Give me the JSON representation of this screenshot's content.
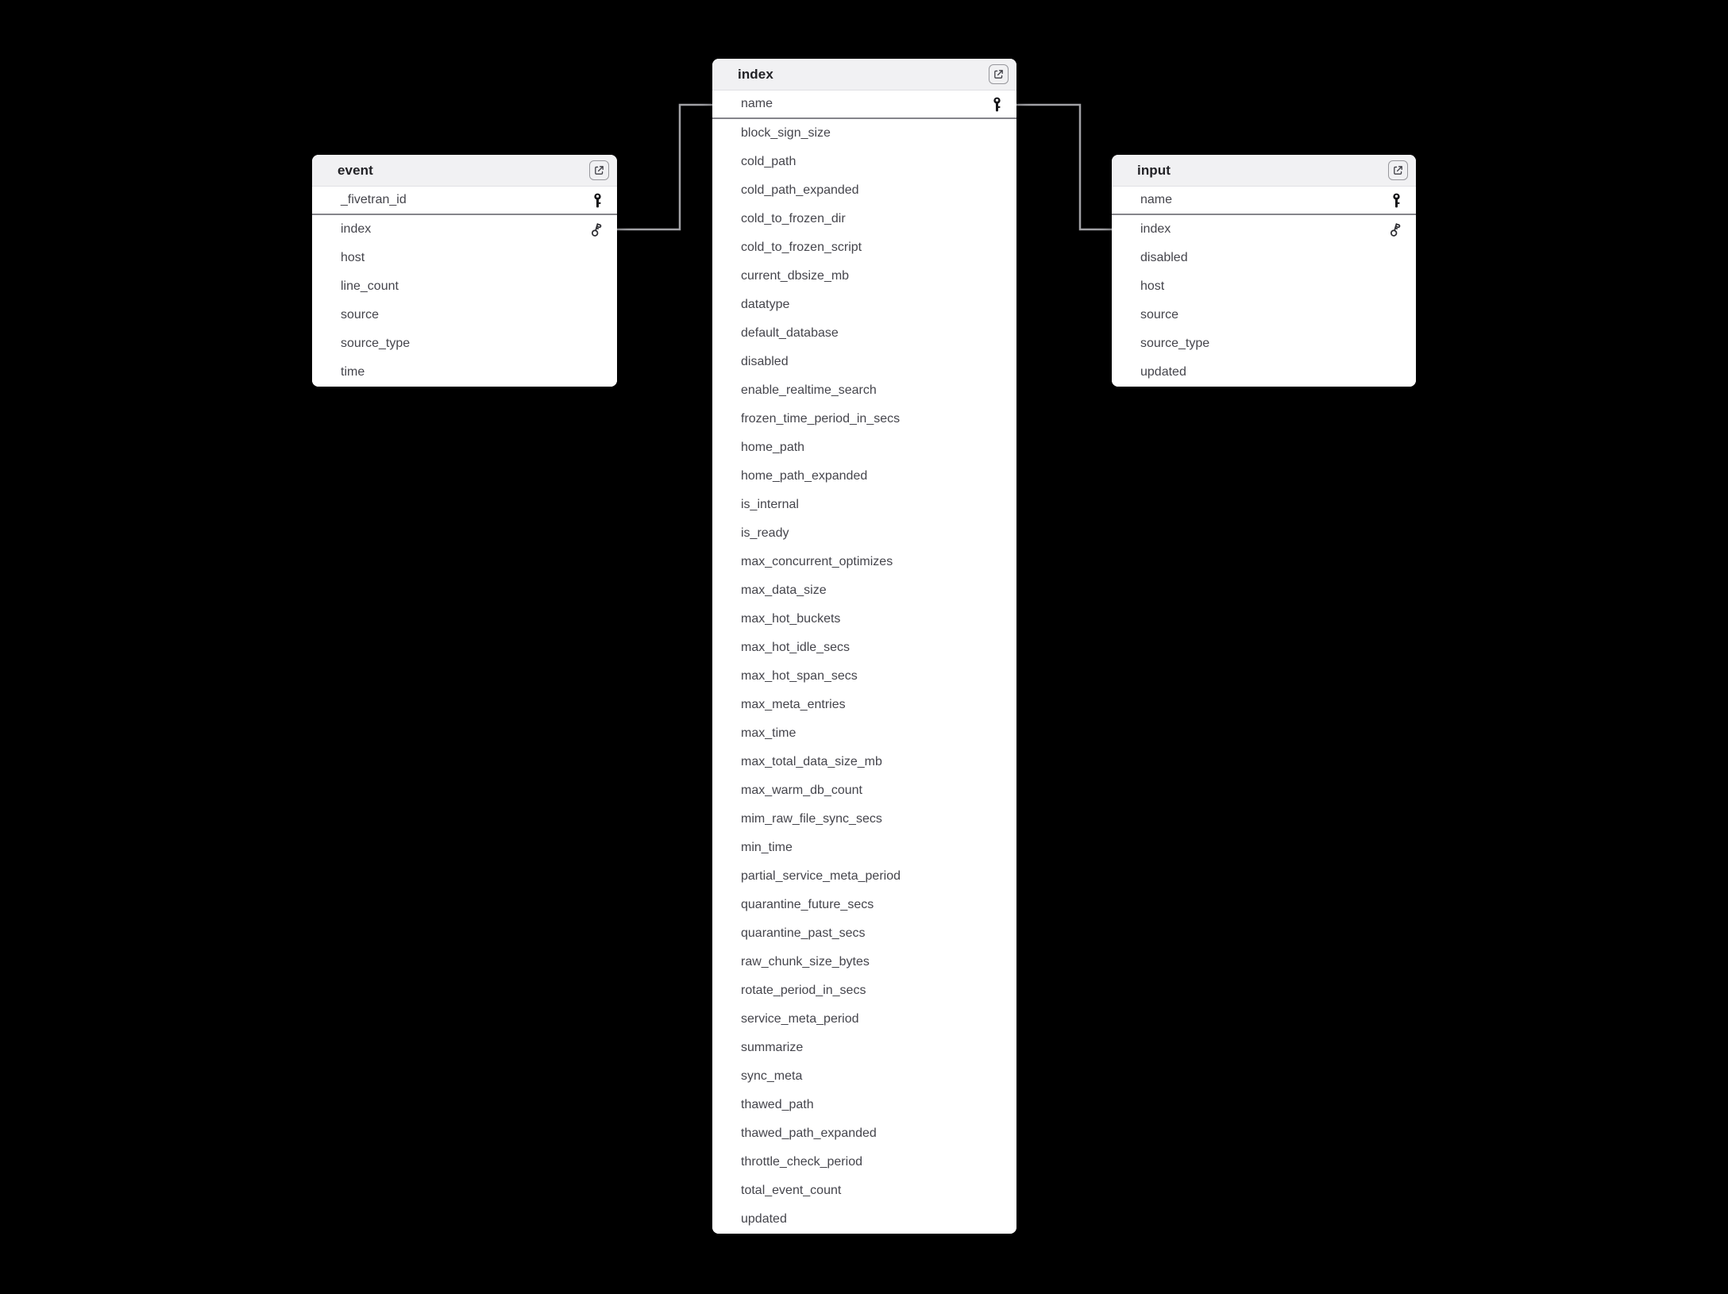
{
  "diagram": {
    "tables": [
      {
        "id": "event",
        "title": "event",
        "header_action_icon": "external-link-icon",
        "columns": [
          {
            "name": "_fivetran_id",
            "key": "primary"
          },
          {
            "name": "index",
            "key": "foreign"
          },
          {
            "name": "host",
            "key": null
          },
          {
            "name": "line_count",
            "key": null
          },
          {
            "name": "source",
            "key": null
          },
          {
            "name": "source_type",
            "key": null
          },
          {
            "name": "time",
            "key": null
          }
        ]
      },
      {
        "id": "index",
        "title": "index",
        "header_action_icon": "external-link-icon",
        "columns": [
          {
            "name": "name",
            "key": "primary"
          },
          {
            "name": "block_sign_size",
            "key": null
          },
          {
            "name": "cold_path",
            "key": null
          },
          {
            "name": "cold_path_expanded",
            "key": null
          },
          {
            "name": "cold_to_frozen_dir",
            "key": null
          },
          {
            "name": "cold_to_frozen_script",
            "key": null
          },
          {
            "name": "current_dbsize_mb",
            "key": null
          },
          {
            "name": "datatype",
            "key": null
          },
          {
            "name": "default_database",
            "key": null
          },
          {
            "name": "disabled",
            "key": null
          },
          {
            "name": "enable_realtime_search",
            "key": null
          },
          {
            "name": "frozen_time_period_in_secs",
            "key": null
          },
          {
            "name": "home_path",
            "key": null
          },
          {
            "name": "home_path_expanded",
            "key": null
          },
          {
            "name": "is_internal",
            "key": null
          },
          {
            "name": "is_ready",
            "key": null
          },
          {
            "name": "max_concurrent_optimizes",
            "key": null
          },
          {
            "name": "max_data_size",
            "key": null
          },
          {
            "name": "max_hot_buckets",
            "key": null
          },
          {
            "name": "max_hot_idle_secs",
            "key": null
          },
          {
            "name": "max_hot_span_secs",
            "key": null
          },
          {
            "name": "max_meta_entries",
            "key": null
          },
          {
            "name": "max_time",
            "key": null
          },
          {
            "name": "max_total_data_size_mb",
            "key": null
          },
          {
            "name": "max_warm_db_count",
            "key": null
          },
          {
            "name": "mim_raw_file_sync_secs",
            "key": null
          },
          {
            "name": "min_time",
            "key": null
          },
          {
            "name": "partial_service_meta_period",
            "key": null
          },
          {
            "name": "quarantine_future_secs",
            "key": null
          },
          {
            "name": "quarantine_past_secs",
            "key": null
          },
          {
            "name": "raw_chunk_size_bytes",
            "key": null
          },
          {
            "name": "rotate_period_in_secs",
            "key": null
          },
          {
            "name": "service_meta_period",
            "key": null
          },
          {
            "name": "summarize",
            "key": null
          },
          {
            "name": "sync_meta",
            "key": null
          },
          {
            "name": "thawed_path",
            "key": null
          },
          {
            "name": "thawed_path_expanded",
            "key": null
          },
          {
            "name": "throttle_check_period",
            "key": null
          },
          {
            "name": "total_event_count",
            "key": null
          },
          {
            "name": "updated",
            "key": null
          }
        ]
      },
      {
        "id": "input",
        "title": "input",
        "header_action_icon": "external-link-icon",
        "columns": [
          {
            "name": "name",
            "key": "primary"
          },
          {
            "name": "index",
            "key": "foreign"
          },
          {
            "name": "disabled",
            "key": null
          },
          {
            "name": "host",
            "key": null
          },
          {
            "name": "source",
            "key": null
          },
          {
            "name": "source_type",
            "key": null
          },
          {
            "name": "updated",
            "key": null
          }
        ]
      }
    ],
    "relationships": [
      {
        "from": "event.index",
        "to": "index.name"
      },
      {
        "from": "index.name",
        "to": "input.index"
      }
    ]
  },
  "colors": {
    "background": "#000000",
    "table_bg": "#ffffff",
    "header_bg": "#f1f1f3",
    "header_border": "#e0e0e4",
    "pk_separator": "#85858b",
    "text_title": "#222226",
    "text_field": "#45454c",
    "icon": "#3f3f46",
    "icon_button_border": "#97979c",
    "connector": "#a1a1a5"
  }
}
